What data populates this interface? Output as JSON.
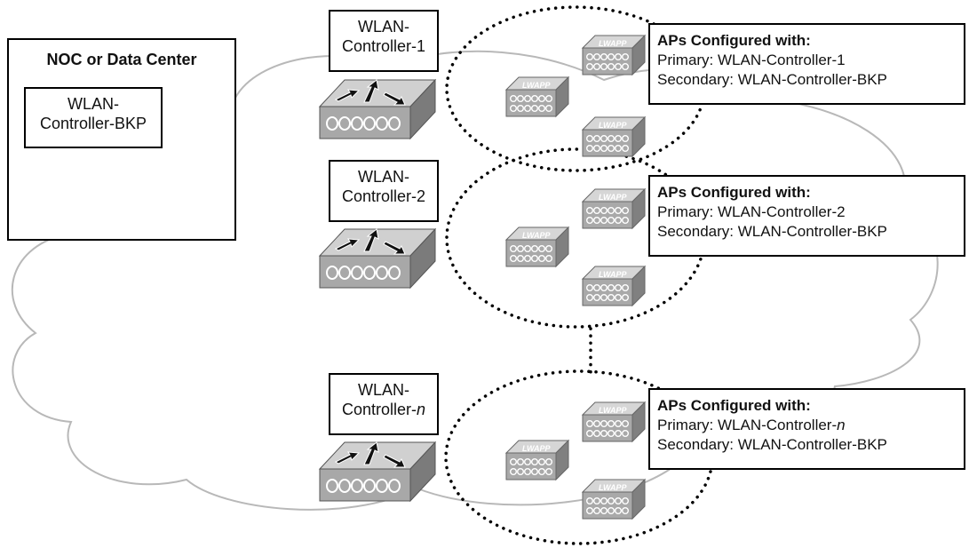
{
  "noc": {
    "title": "NOC or Data Center",
    "controller_label_line1": "WLAN-",
    "controller_label_line2": "Controller-BKP"
  },
  "controllers": [
    {
      "line1": "WLAN-",
      "line2": "Controller-1",
      "italic_suffix": ""
    },
    {
      "line1": "WLAN-",
      "line2": "Controller-2",
      "italic_suffix": ""
    },
    {
      "line1": "WLAN-",
      "line2": "Controller-",
      "italic_suffix": "n"
    }
  ],
  "ap_boxes": [
    {
      "title": "APs Configured with:",
      "primary_prefix": "Primary:  WLAN-Controller-1",
      "primary_italic": "",
      "secondary": "Secondary:  WLAN-Controller-BKP"
    },
    {
      "title": "APs Configured with:",
      "primary_prefix": "Primary:  WLAN-Controller-2",
      "primary_italic": "",
      "secondary": "Secondary:  WLAN-Controller-BKP"
    },
    {
      "title": "APs Configured with:",
      "primary_prefix": "Primary:  WLAN-Controller-",
      "primary_italic": "n",
      "secondary": "Secondary:  WLAN-Controller-BKP"
    }
  ],
  "ap_icon_label": "LWAPP",
  "colors": {
    "cloud_stroke": "#b8b8b8",
    "device_dark": "#7d7d7d",
    "device_mid": "#a9a9a9",
    "device_light": "#cfcfcf",
    "dotted_line": "#000000"
  }
}
